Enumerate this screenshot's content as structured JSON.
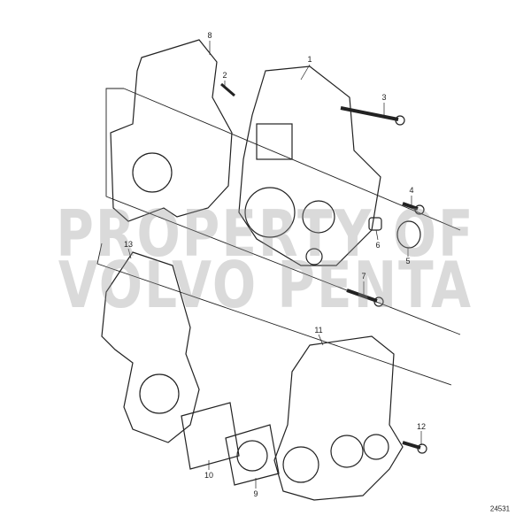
{
  "diagram": {
    "part_labels": [
      "1",
      "2",
      "3",
      "4",
      "5",
      "6",
      "7",
      "8",
      "9",
      "10",
      "11",
      "12",
      "13"
    ],
    "figure_number": "24531",
    "watermark": [
      "PROPERTY OF",
      "VOLVO PENTA"
    ]
  }
}
